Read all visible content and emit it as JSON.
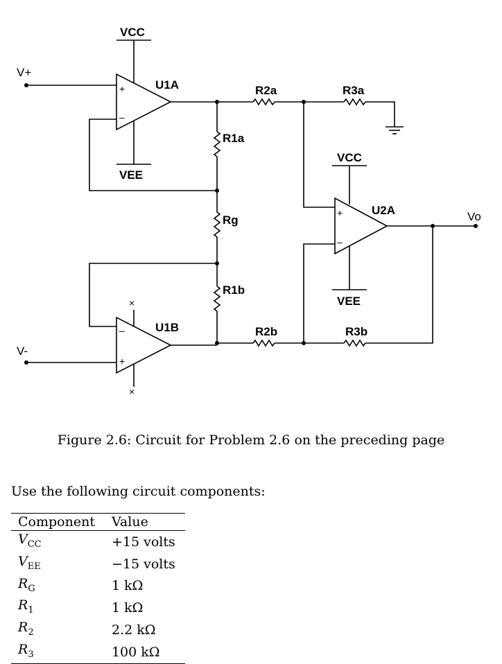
{
  "circuit": {
    "nets": {
      "vcc_top": "VCC",
      "vee_left": "VEE",
      "vcc_right": "VCC",
      "vee_right": "VEE",
      "input_pos": "V+",
      "input_neg": "V-",
      "output": "Vo"
    },
    "opamps": {
      "u1a": "U1A",
      "u1b": "U1B",
      "u2a": "U2A"
    },
    "resistors": {
      "r1a": "R1a",
      "rg": "Rg",
      "r1b": "R1b",
      "r2a": "R2a",
      "r3a": "R3a",
      "r2b": "R2b",
      "r3b": "R3b"
    },
    "pins": {
      "plus": "+",
      "minus": "–",
      "no_connect": "×"
    }
  },
  "caption": "Figure 2.6: Circuit for Problem 2.6 on the preceding page",
  "intro": "Use the following circuit components:",
  "table": {
    "headers": {
      "component": "Component",
      "value": "Value"
    },
    "rows": [
      {
        "sym": "V",
        "sub": "CC",
        "value": "+15 volts"
      },
      {
        "sym": "V",
        "sub": "EE",
        "value": "−15 volts"
      },
      {
        "sym": "R",
        "sub": "G",
        "value": "1 kΩ"
      },
      {
        "sym": "R",
        "sub": "1",
        "value": "1 kΩ"
      },
      {
        "sym": "R",
        "sub": "2",
        "value": "2.2 kΩ"
      },
      {
        "sym": "R",
        "sub": "3",
        "value": "100 kΩ"
      }
    ]
  }
}
